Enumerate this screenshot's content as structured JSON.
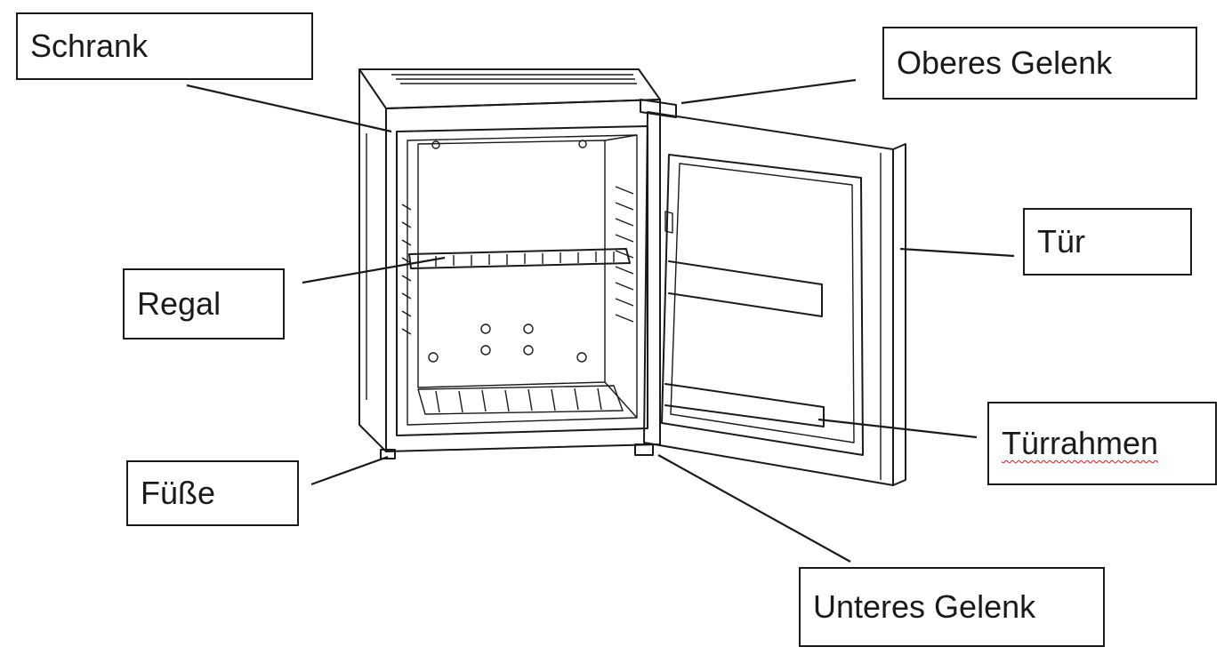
{
  "diagram": {
    "labels": {
      "schrank": "Schrank",
      "oberes_gelenk": "Oberes Gelenk",
      "regal": "Regal",
      "tuer": "Tür",
      "tuerrahmen": "Türrahmen",
      "fuesse": "Füße",
      "unteres_gelenk": "Unteres Gelenk"
    },
    "spellcheck_underline_color": "#d21e1e",
    "line_color": "#1a1a1a"
  }
}
